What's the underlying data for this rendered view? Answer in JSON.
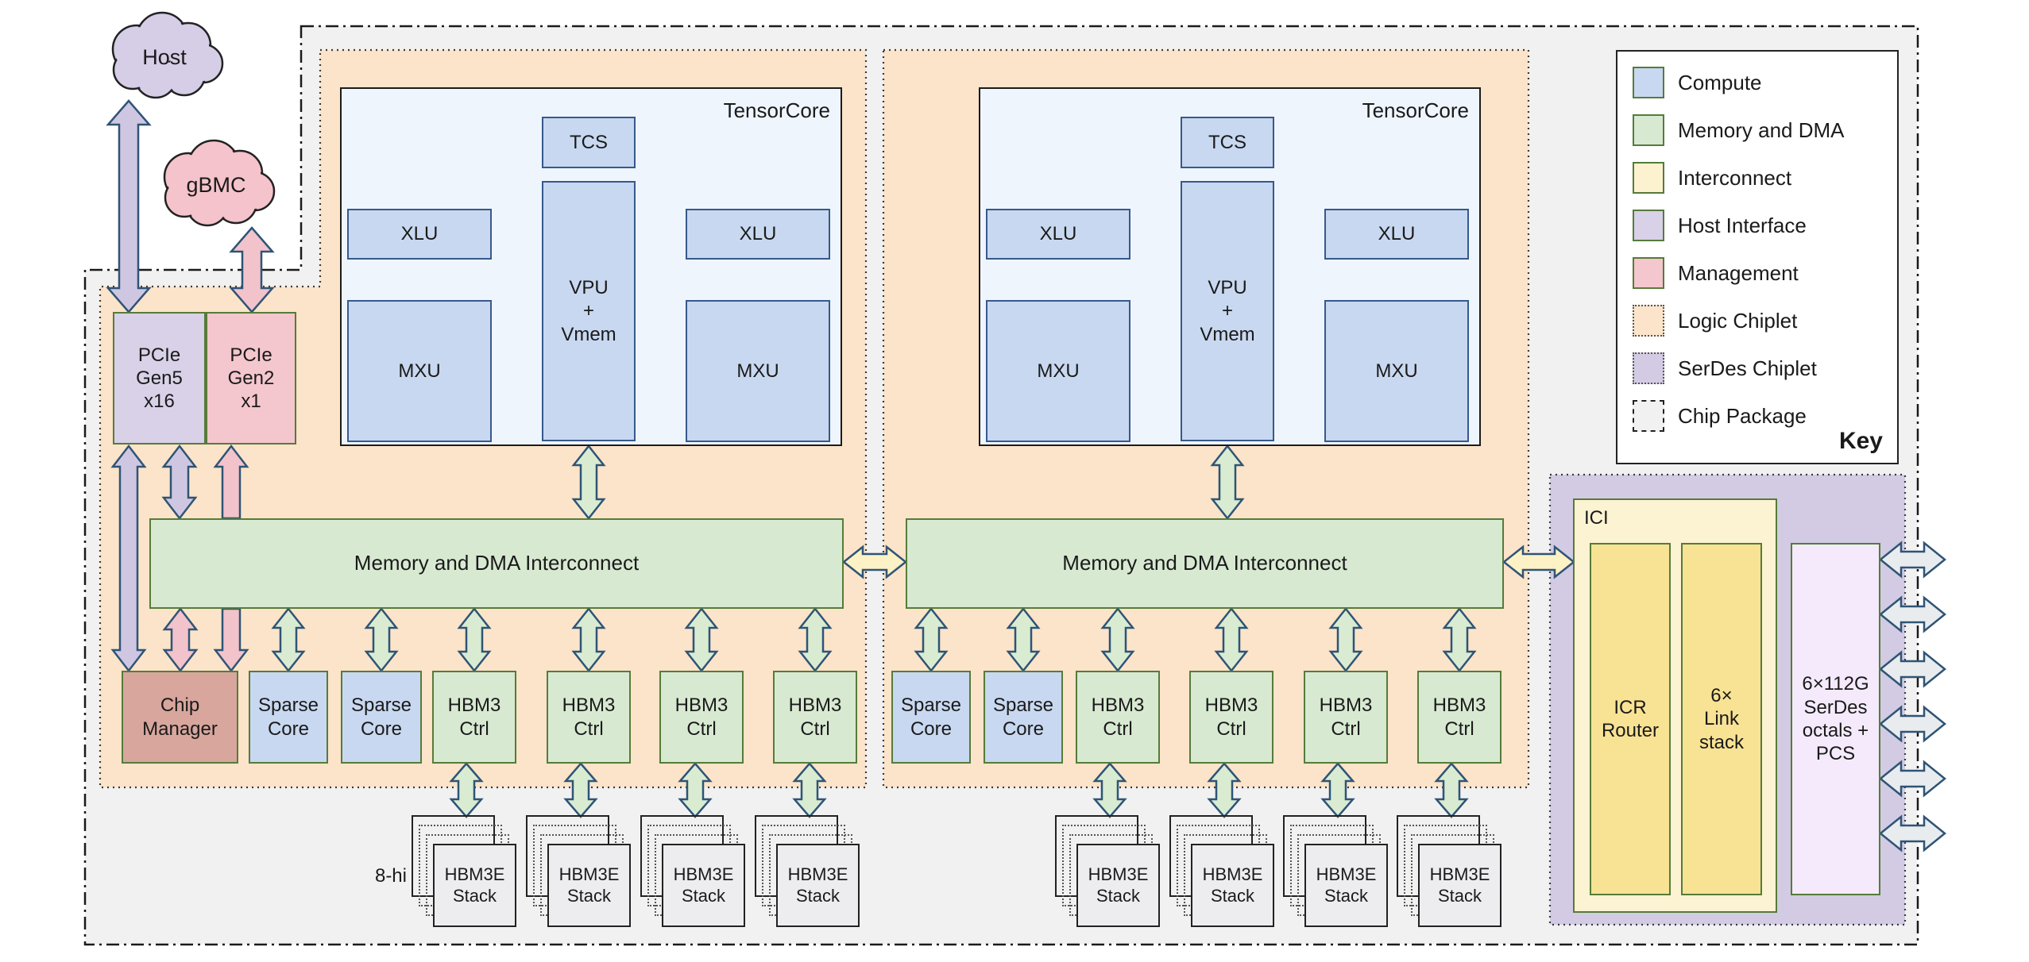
{
  "labels": {
    "host": "Host",
    "gbmc": "gBMC",
    "pcie_gen5": "PCIe\nGen5\nx16",
    "pcie_gen2": "PCIe\nGen2\nx1",
    "chip_manager": "Chip\nManager",
    "sparse_core": "Sparse\nCore",
    "hbm3_ctrl": "HBM3\nCtrl",
    "hbm3e_stack": "HBM3E\nStack",
    "stack_height": "8-hi",
    "tensorcore": "TensorCore",
    "tcs": "TCS",
    "xlu": "XLU",
    "mxu": "MXU",
    "vpu": "VPU\n+\nVmem",
    "interconnect": "Memory and DMA Interconnect",
    "ici": "ICI",
    "icr_router": "ICR\nRouter",
    "link_stack": "6×\nLink\nstack",
    "serdes_octals": "6×112G\nSerDes\noctals +\nPCS"
  },
  "legend": {
    "title": "Key",
    "items": [
      {
        "label": "Compute",
        "color": "#c8d8f0"
      },
      {
        "label": "Memory and DMA",
        "color": "#d8e9d2"
      },
      {
        "label": "Interconnect",
        "color": "#fdf2cf"
      },
      {
        "label": "Host Interface",
        "color": "#d8d1e8"
      },
      {
        "label": "Management",
        "color": "#f4c6cd"
      },
      {
        "label": "Logic Chiplet",
        "color": "#fbe4c9"
      },
      {
        "label": "SerDes Chiplet",
        "color": "#d2cbe3"
      },
      {
        "label": "Chip Package",
        "color": "#f1f1f2"
      }
    ]
  },
  "colors": {
    "compute": "#c8d8f0",
    "memory_dma": "#d8e9d2",
    "interconnect": "#fdf2cf",
    "host_interface": "#d8d1e8",
    "management": "#f4c6cd",
    "logic_chiplet": "#fbe4c9",
    "serdes_chiplet": "#d2cbe3",
    "chip_package": "#f1f1f2",
    "chip_manager": "#d8a69d",
    "tensorcore_bg": "#eff5fd",
    "ici_outer": "#fcf3d2",
    "ici_inner": "#f8e294",
    "serdes_box": "#f4eafb",
    "hbm_stack": "#ededef",
    "box_border_green": "#567b3a",
    "arrow_stroke": "#2f5476"
  }
}
